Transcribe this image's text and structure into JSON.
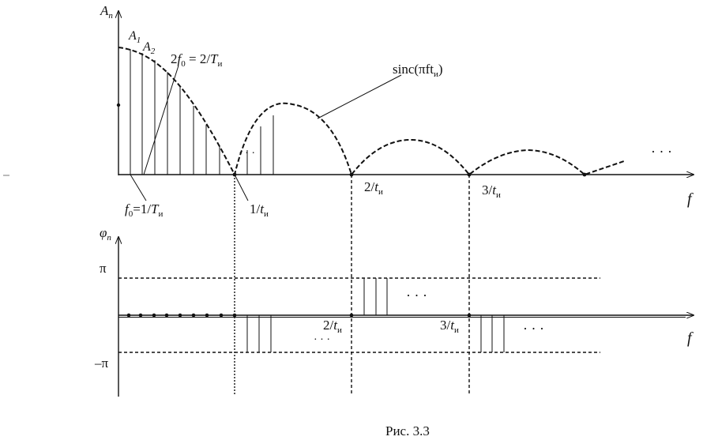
{
  "diagram": {
    "caption": "Рис. 3.3",
    "upper": {
      "axis_label": "A",
      "axis_label_sub": "n",
      "f_label": "f",
      "envelope_label": "sinc(πft",
      "envelope_label_sub": "и",
      "envelope_label_close": ")",
      "a1": "A",
      "a1_sub": "1",
      "a2": "A",
      "a2_sub": "2",
      "f0_part1": "f",
      "f0_sub": "0",
      "f0_part2": "=1/",
      "f0_T": "T",
      "f0_T_sub": "и",
      "harm2_part1": "2",
      "harm2_f": "f",
      "harm2_sub": "0",
      "harm2_part2": " = 2/",
      "harm2_T": "T",
      "harm2_T_sub": "и",
      "zero1": "1/",
      "zero2": "2/",
      "zero3": "3/",
      "zero_t": "t",
      "zero_t_sub": "и",
      "ellipsis": "· · ·",
      "ellipsis_right": "· · ·"
    },
    "lower": {
      "axis_label": "φ",
      "axis_label_sub": "n",
      "f_label": "f",
      "pi": "π",
      "neg_pi": "–π",
      "zero2": "2/",
      "zero3": "3/",
      "zero_t": "t",
      "zero_t_sub": "и",
      "ellipsis": "· · ·"
    }
  }
}
